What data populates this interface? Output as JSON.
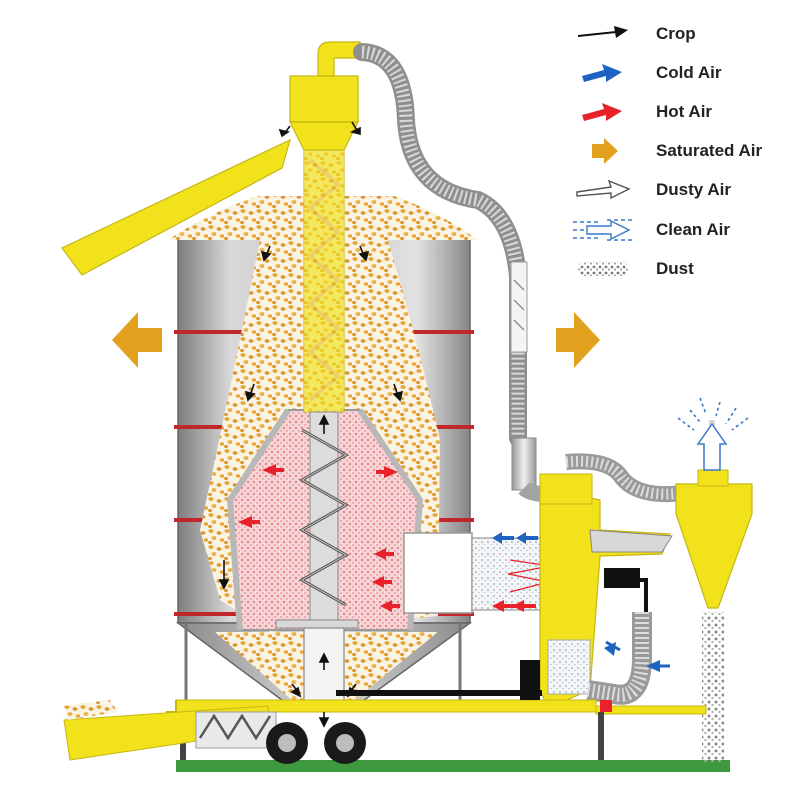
{
  "legend": {
    "items": [
      {
        "label": "Crop",
        "icon": "black-arrow-icon",
        "color": "#111111"
      },
      {
        "label": "Cold Air",
        "icon": "blue-arrow-icon",
        "color": "#1f63c2"
      },
      {
        "label": "Hot Air",
        "icon": "red-arrow-icon",
        "color": "#e8212b"
      },
      {
        "label": "Saturated Air",
        "icon": "orange-arrow-icon",
        "color": "#e1a01d"
      },
      {
        "label": "Dusty Air",
        "icon": "hollow-arrow-icon",
        "color": "#555555"
      },
      {
        "label": "Clean Air",
        "icon": "dashed-blue-arrow-icon",
        "color": "#3a78c9"
      },
      {
        "label": "Dust",
        "icon": "dust-dots-icon",
        "color": "#777777"
      }
    ]
  },
  "colors": {
    "machine_yellow": "#f2e21b",
    "silo_grey": "#9d9d9d",
    "band_red": "#c0262c",
    "grain": "#e5a538",
    "ground_green": "#3f9a3f",
    "hot_air_pink": "#f4c3c6"
  }
}
